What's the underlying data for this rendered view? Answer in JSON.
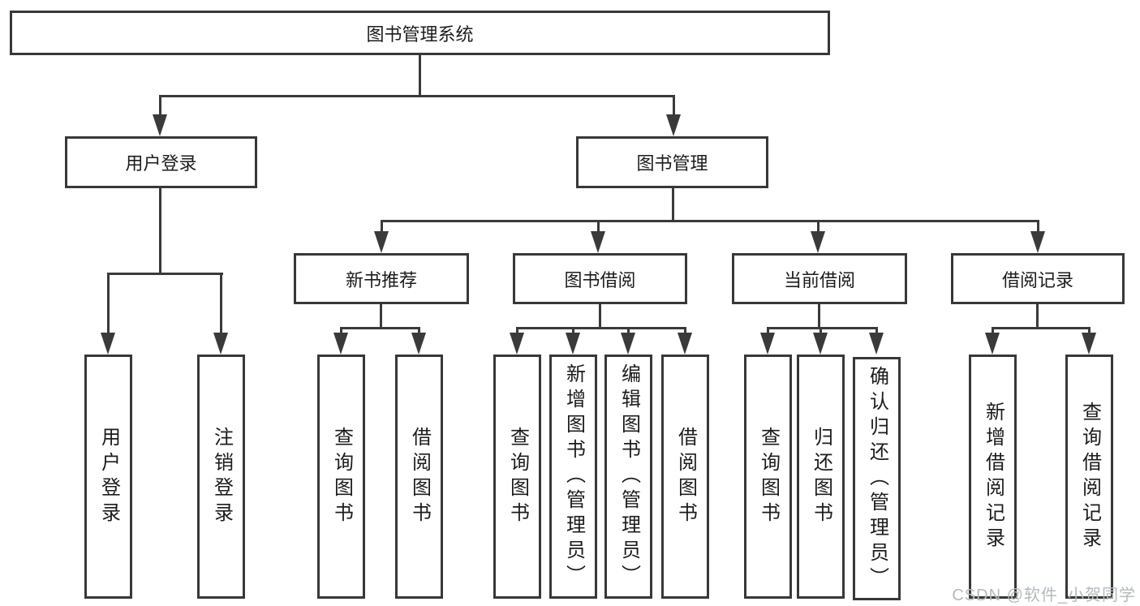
{
  "diagram": {
    "root": {
      "label": "图书管理系统"
    },
    "level2": [
      {
        "label": "用户登录"
      },
      {
        "label": "图书管理"
      }
    ],
    "level3": [
      {
        "label": "新书推荐"
      },
      {
        "label": "图书借阅"
      },
      {
        "label": "当前借阅"
      },
      {
        "label": "借阅记录"
      }
    ],
    "leaves": {
      "user_login": [
        "用户登录",
        "注销登录"
      ],
      "new_books": [
        "查询图书",
        "借阅图书"
      ],
      "book_borrow": [
        "查询图书",
        "新增图书（管理员）",
        "编辑图书（管理员）",
        "借阅图书"
      ],
      "current_borrow": [
        "查询图书",
        "归还图书",
        "确认归还（管理员）"
      ],
      "borrow_records": [
        "新增借阅记录",
        "查询借阅记录"
      ]
    },
    "colors": {
      "line": "#3a3a3a",
      "box_border": "#383838",
      "text": "#1c1c1c",
      "watermark": "#b4b9bf",
      "background": "#ffffff"
    }
  },
  "watermark": {
    "text": "CSDN @软件_小贺同学"
  }
}
